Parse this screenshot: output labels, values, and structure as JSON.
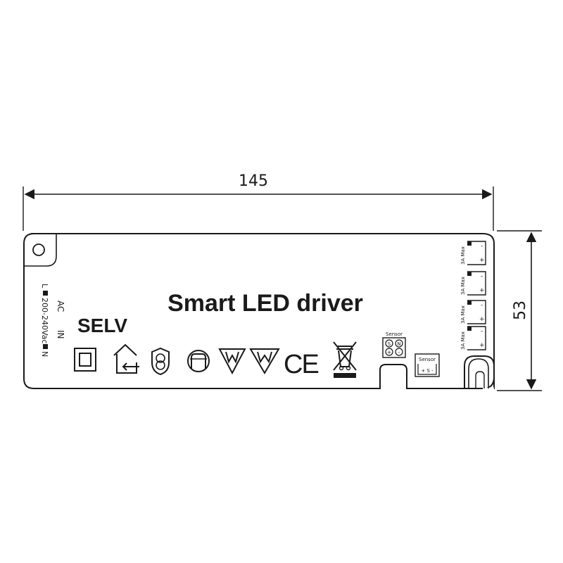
{
  "dimensions": {
    "width": "145",
    "height": "53"
  },
  "device": {
    "title": "Smart LED driver",
    "selv": "SELV",
    "ce_mark": "CE",
    "input": {
      "ac": "AC",
      "in": "IN",
      "voltage": "200-240Vac",
      "l": "L",
      "n": "N"
    },
    "outputs": [
      {
        "label": "3A Max",
        "minus": "-",
        "plus": "+"
      },
      {
        "label": "3A Max",
        "minus": "-",
        "plus": "+"
      },
      {
        "label": "3A Max",
        "minus": "-",
        "plus": "+"
      },
      {
        "label": "3A Max",
        "minus": "-",
        "plus": "+"
      }
    ],
    "sensor_1": {
      "title": "Sensor",
      "s": "S",
      "n": "N",
      "plus": "+",
      "minus": "-"
    },
    "sensor_2": {
      "title": "Sensor",
      "pins": "+ S -"
    },
    "symbols": [
      "class-ii-icon",
      "indoor-use-icon",
      "safety-transformer-icon",
      "thermal-protection-icon",
      "m-mark-icon",
      "mm-mark-icon",
      "ce-mark-icon",
      "weee-bin-icon"
    ]
  },
  "colors": {
    "line": "#1a1a1a"
  }
}
